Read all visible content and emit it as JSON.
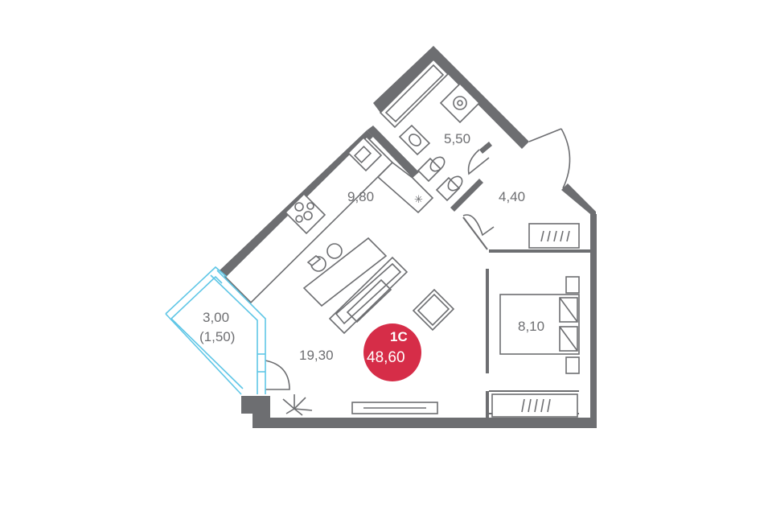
{
  "rooms": {
    "bathroom_area": "5,50",
    "kitchen_area": "9,80",
    "hall_area": "4,40",
    "balcony_area": "3,00",
    "balcony_reduced_area": "(1,50)",
    "living_area": "19,30",
    "bedroom_area": "8,10"
  },
  "badge": {
    "type": "1С",
    "total_area": "48,60",
    "color": "#d62d48"
  },
  "colors": {
    "wall": "#6d6e71",
    "glazing": "#5fc6e6"
  }
}
